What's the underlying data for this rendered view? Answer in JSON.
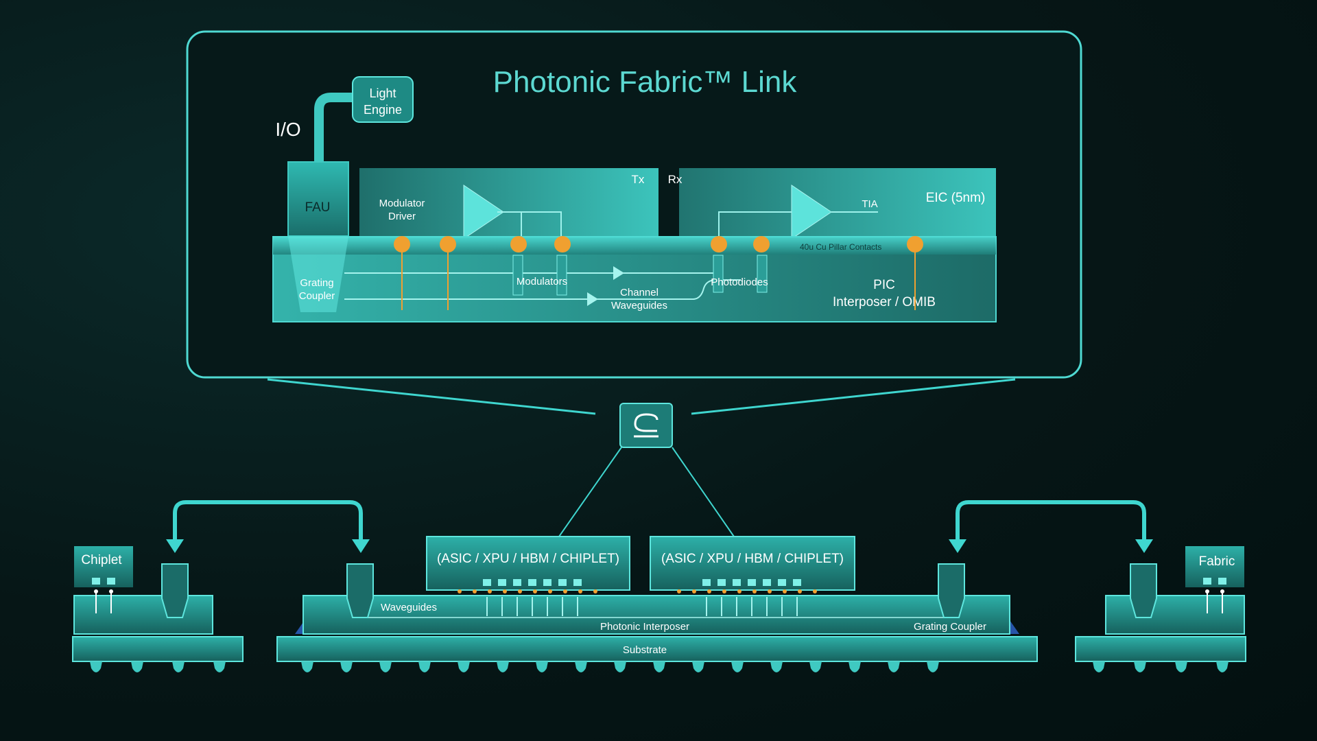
{
  "title": "Photonic Fabric™ Link",
  "detail": {
    "io": "I/O",
    "light_engine": [
      "Light",
      "Engine"
    ],
    "fau": "FAU",
    "tx": "Tx",
    "rx": "Rx",
    "modulator_driver": [
      "Modulator",
      "Driver"
    ],
    "tia": "TIA",
    "eic": "EIC (5nm)",
    "pillar_contacts": "40u Cu Pillar Contacts",
    "grating_coupler": [
      "Grating",
      "Coupler"
    ],
    "modulators": "Modulators",
    "channel_waveguides": [
      "Channel",
      "Waveguides"
    ],
    "photodiodes": "Photodiodes",
    "pic": [
      "PIC",
      "Interposer / OMIB"
    ]
  },
  "package": {
    "chiplet": "Chiplet",
    "fabric": "Fabric",
    "die_left": "(ASIC / XPU / HBM / CHIPLET)",
    "die_right": "(ASIC / XPU / HBM / CHIPLET)",
    "waveguides": "Waveguides",
    "photonic_interposer": "Photonic Interposer",
    "grating_coupler": "Grating Coupler",
    "substrate": "Substrate"
  },
  "colors": {
    "accent": "#3fd6cf",
    "panel": "#2a9c96",
    "contact": "#f0a030",
    "frame": "#4fd9d2"
  },
  "icons": {
    "center_chip": "chip-icon"
  }
}
